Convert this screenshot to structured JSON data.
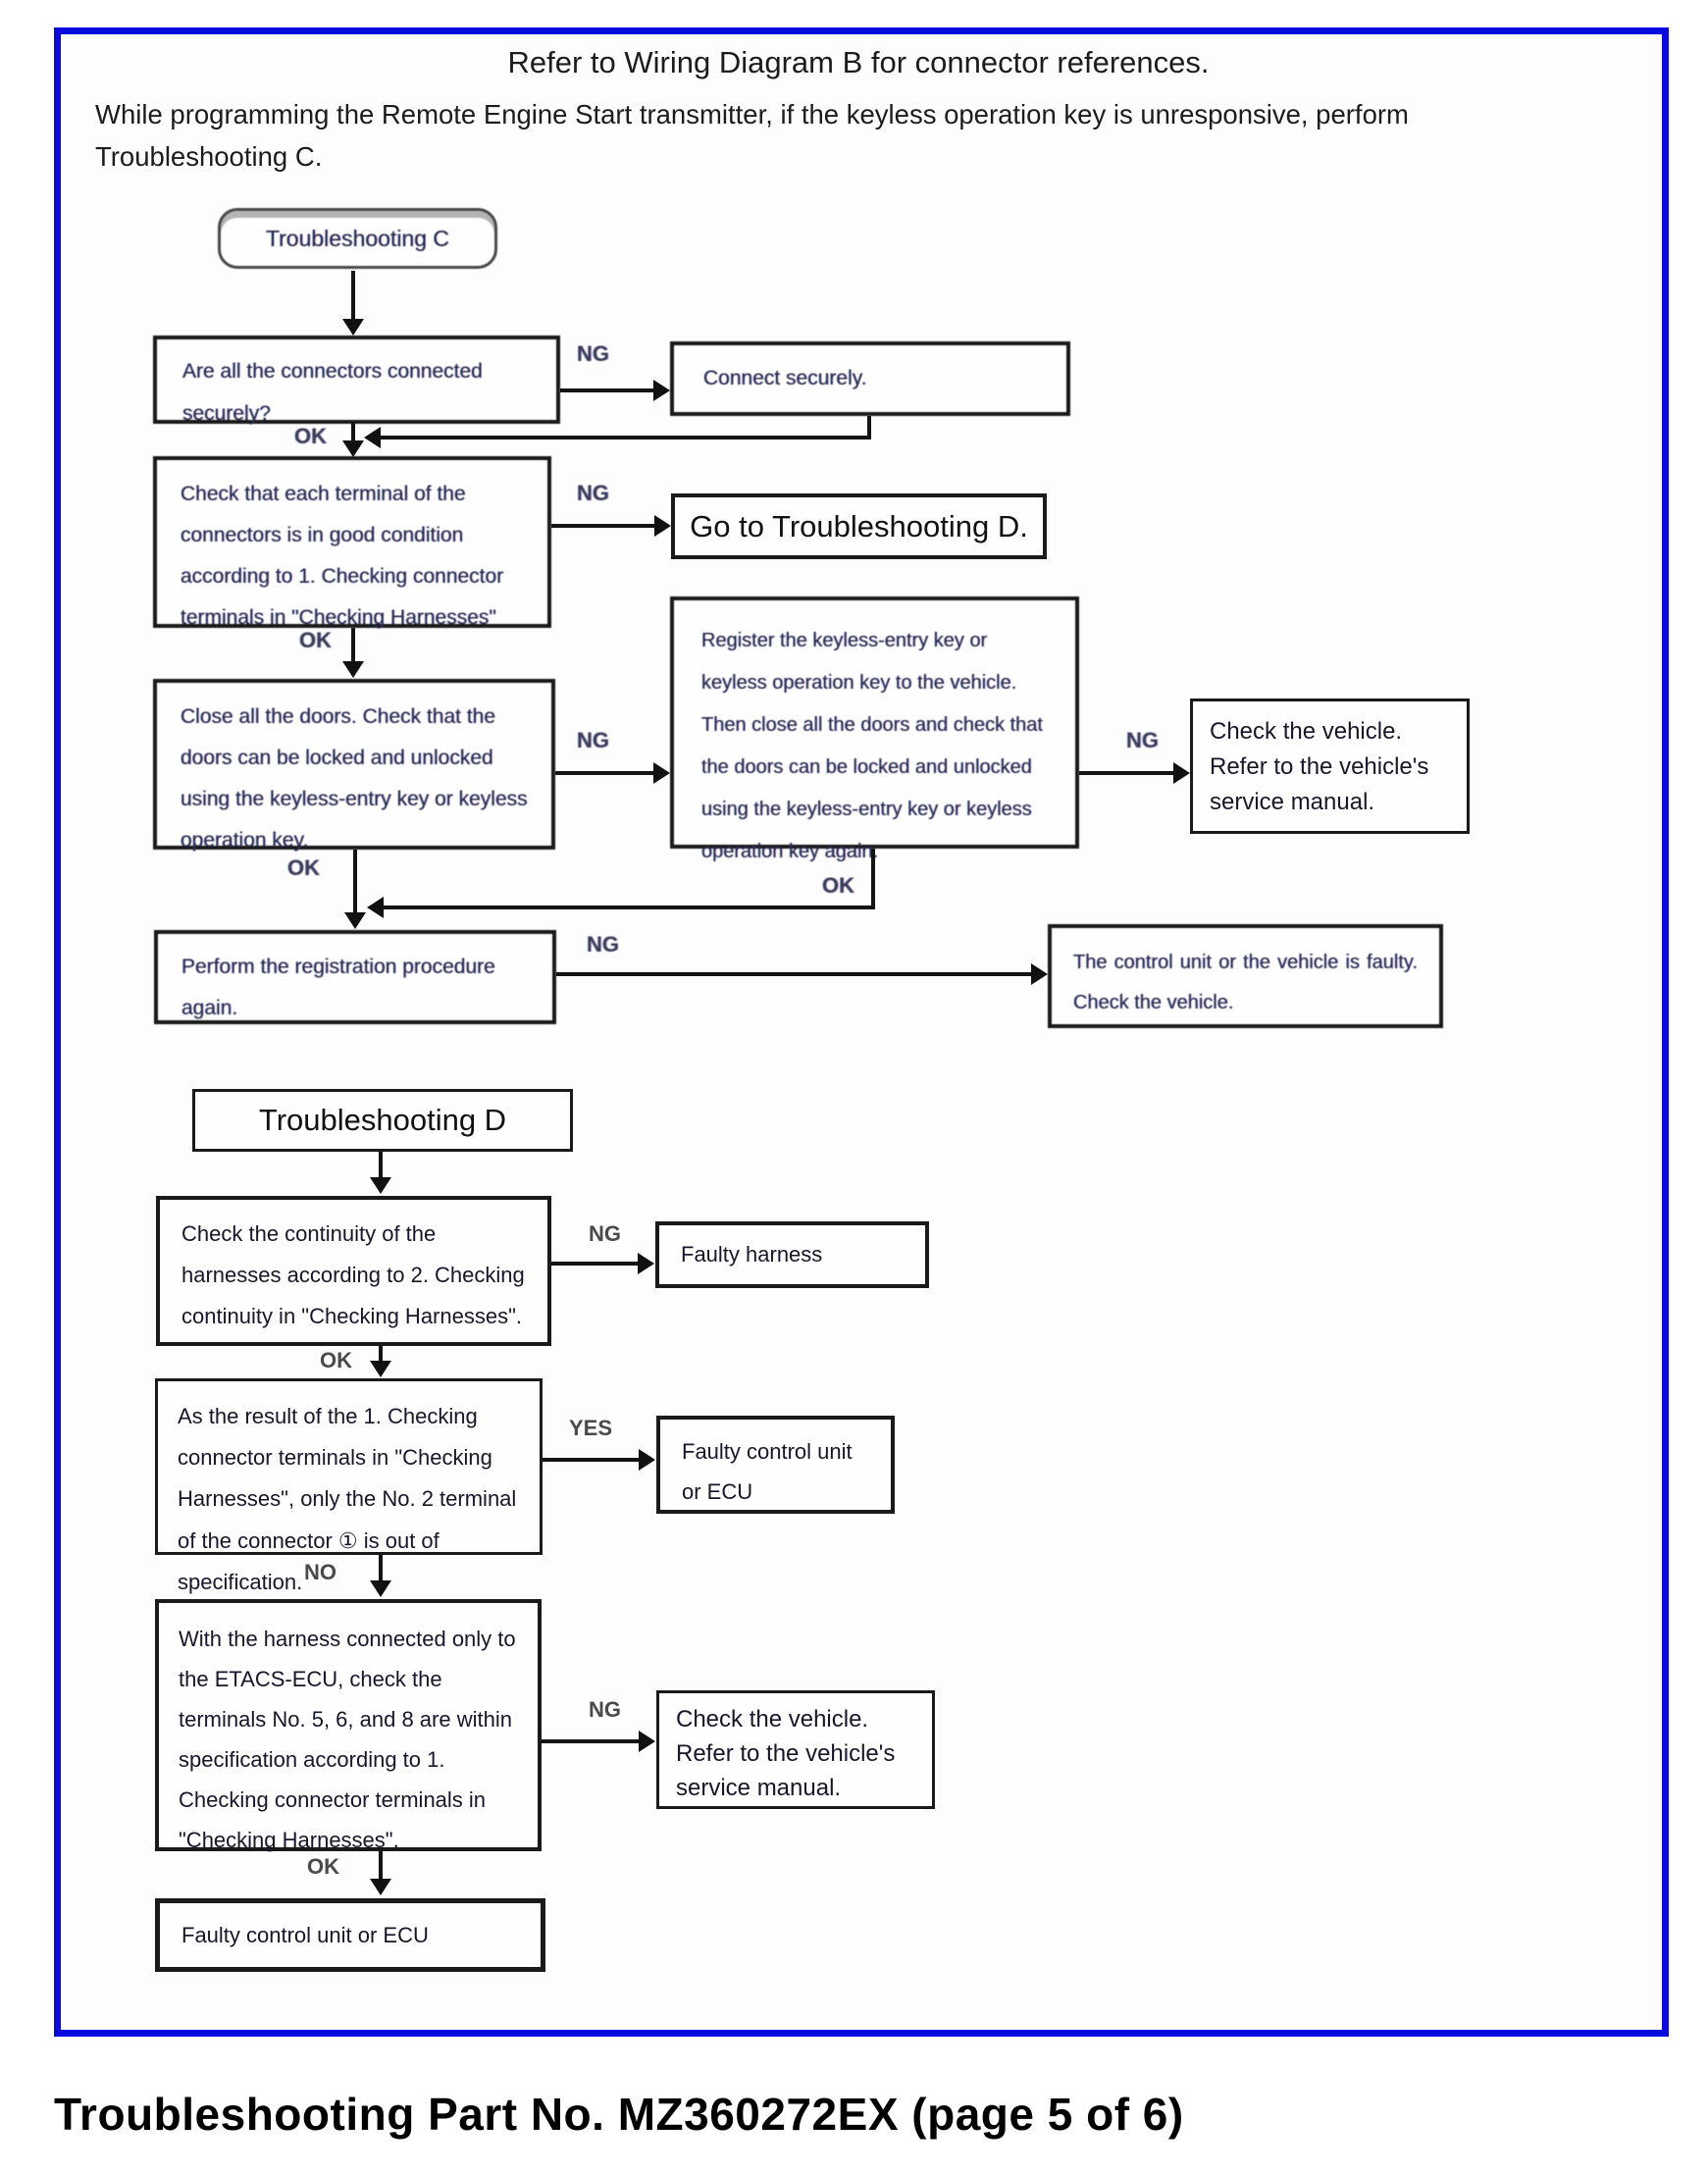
{
  "page": {
    "title": "Refer to Wiring Diagram B for connector references.",
    "intro": "While programming the Remote Engine Start transmitter, if the keyless operation key is unresponsive, perform Troubleshooting C.",
    "footer": "Troubleshooting Part No. MZ360272EX (page 5 of 6)"
  },
  "labels": {
    "ng": "NG",
    "ok": "OK",
    "yes": "YES",
    "no": "NO"
  },
  "flow_c": {
    "start": "Troubleshooting C",
    "q_connectors": "Are all the connectors connected securely?",
    "connect_securely": "Connect securely.",
    "q_terminals": "Check that each terminal of the connectors is in good condition according to 1. Checking connector terminals in \"Checking Harnesses\"",
    "goto_d": "Go to Troubleshooting D.",
    "q_doors": "Close all the doors. Check that the doors can be locked and unlocked using the keyless-entry key or keyless operation key.",
    "register": "Register the keyless-entry key or keyless operation key to the vehicle. Then close all the doors and check that the doors can be locked and unlocked using the keyless-entry key or keyless operation key again.",
    "check_vehicle": "Check the vehicle. Refer to the vehicle's service manual.",
    "retry": "Perform the registration procedure again.",
    "unit_faulty": "The control unit or the vehicle is faulty. Check the vehicle."
  },
  "flow_d": {
    "start": "Troubleshooting D",
    "q_continuity": "Check the continuity of the harnesses according to 2. Checking continuity in \"Checking Harnesses\".",
    "faulty_harness": "Faulty harness",
    "q_terminal2": "As the result of the 1. Checking connector terminals in \"Checking Harnesses\", only the No. 2 terminal of the connector ① is out of specification.",
    "faulty_ecu": "Faulty control unit or ECU",
    "q_etacs": "With the harness connected only to the ETACS-ECU, check the terminals No. 5, 6, and 8 are within specification according to 1. Checking connector terminals in \"Checking Harnesses\".",
    "check_vehicle": "Check the vehicle. Refer to the vehicle's service manual.",
    "final": "Faulty control unit or ECU"
  }
}
